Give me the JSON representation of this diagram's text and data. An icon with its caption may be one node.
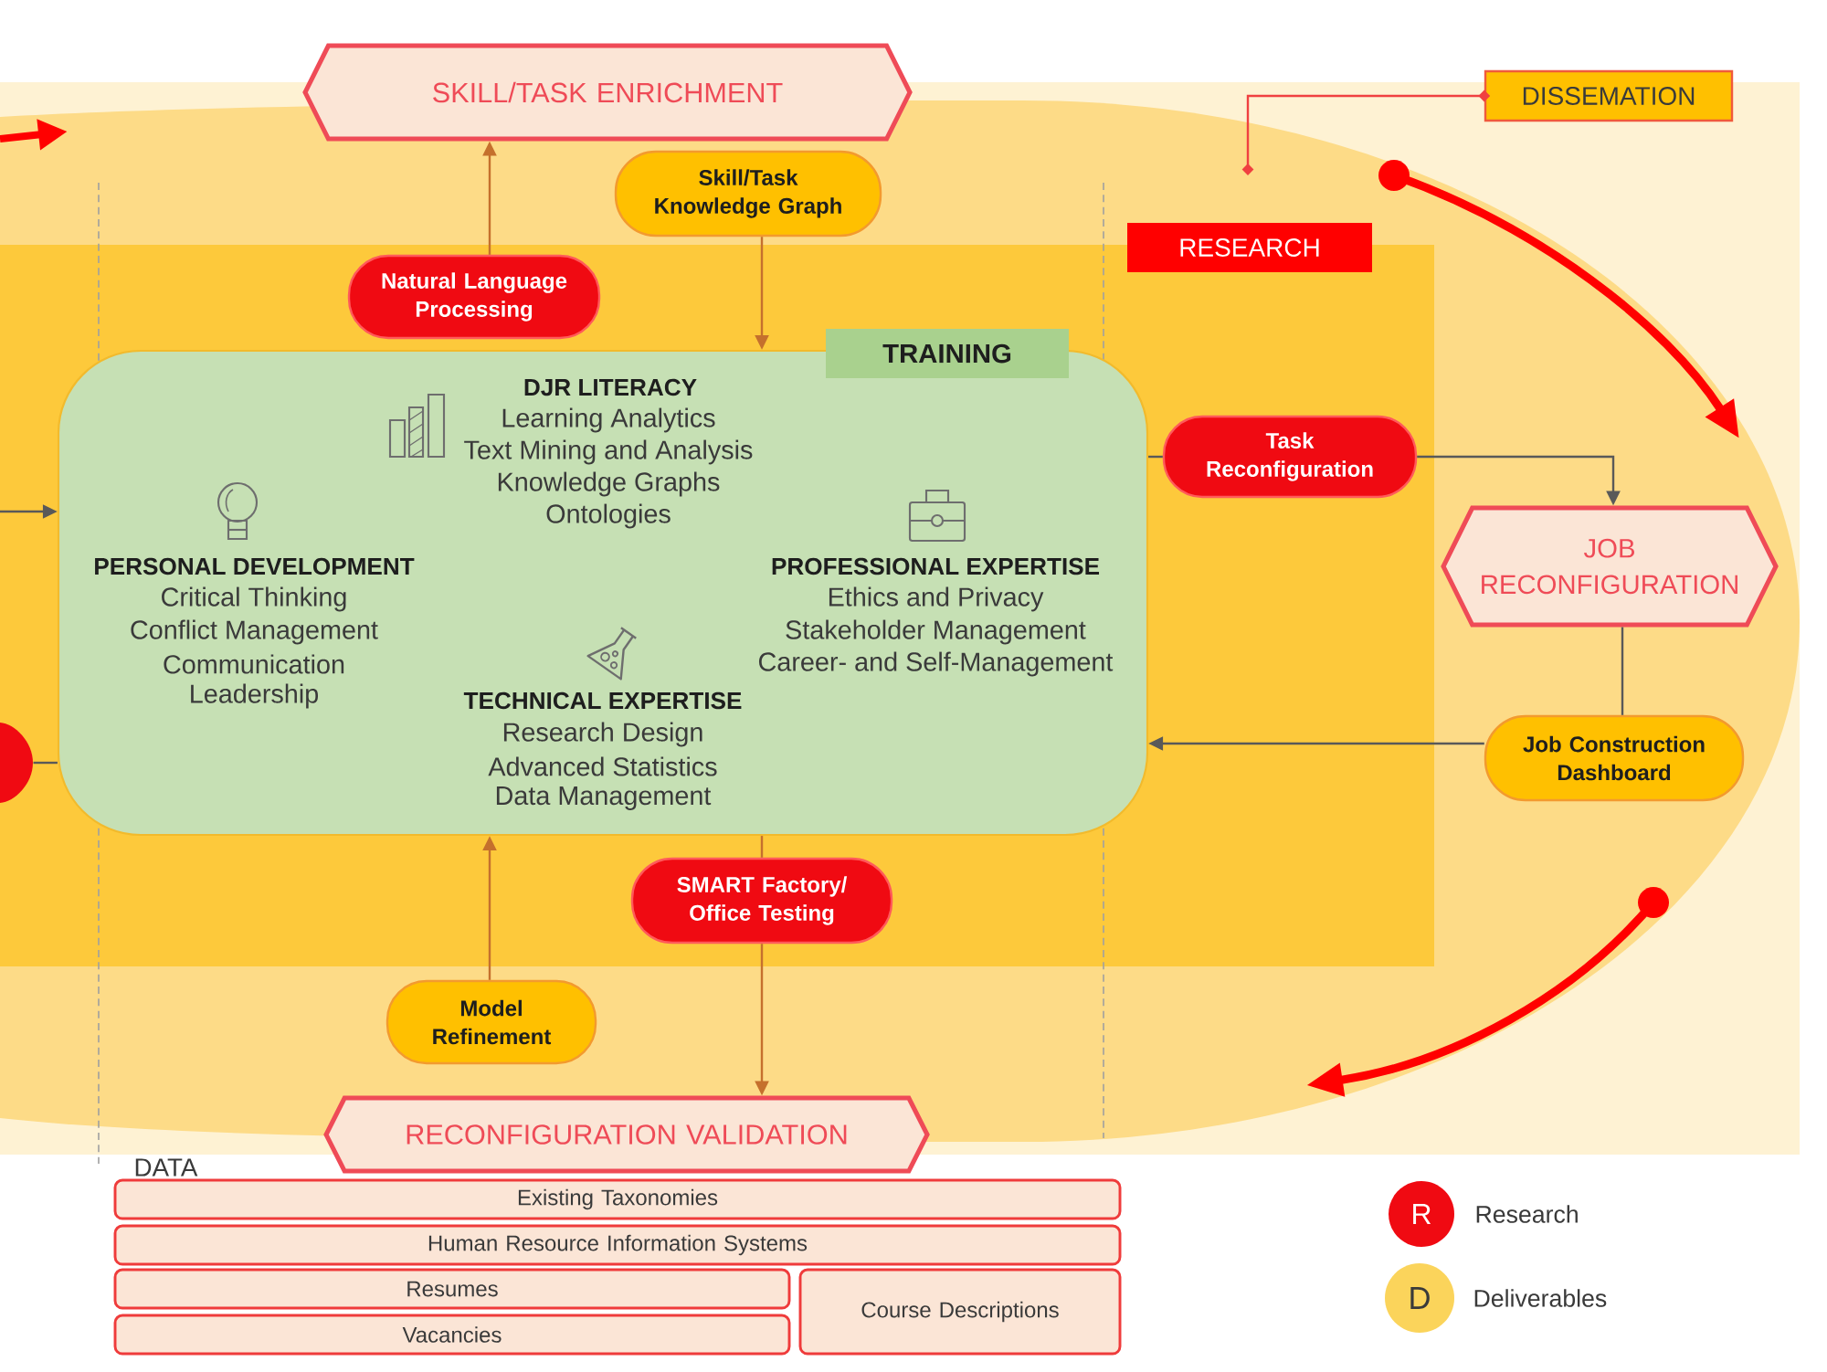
{
  "diagram": {
    "nodes": [
      {
        "text": [
          "SKILL/TASK ENRICHMENT"
        ]
      },
      {
        "text": [
          "DISSEMATION"
        ]
      },
      {
        "text": [],
        "shape": "ellipse"
      },
      {
        "text": [
          "Skill/Task Knowledge Graph"
        ],
        "in": 2
      },
      {
        "text": [
          "RESEARCH"
        ],
        "in": 2
      },
      {
        "text": [
          "Natural Language Processing"
        ],
        "in": 4
      },
      {
        "text": [
          "TRAINING",
          "DJR LITERACY",
          "Learning Analytics",
          "Text Mining and Analysis",
          "Knowledge Graphs",
          "Ontologies",
          "PERSONAL DEVELOPMENT",
          "Critical Thinking",
          "Conflict Management",
          "Communication",
          "Leadership",
          "PROFESSIONAL EXPERTISE",
          "Ethics and Privacy",
          "Stakeholder Management",
          "Career- and Self-Management",
          "TECHNICAL EXPERTISE",
          "Research Design",
          "Advanced Statistics",
          "Data Management"
        ],
        "in": 4
      },
      {
        "text": [
          "Task Reconfiguration"
        ],
        "in": 4
      },
      {
        "text": [
          "JOB RECONFIGURATION"
        ],
        "in": 2
      },
      {
        "text": [],
        "shape": "pill",
        "in": 4
      },
      {
        "text": [
          "Job Construction Dashboard"
        ],
        "in": 2
      },
      {
        "text": [
          "SMART Factory/ Office Testing"
        ],
        "in": 4
      },
      {
        "text": [
          "Model Refinement"
        ],
        "in": 2
      },
      {
        "text": [
          "RECONFIGURATION VALIDATION"
        ]
      },
      {
        "text": [
          "Existing Taxonomies"
        ]
      },
      {
        "text": [
          "Human Resource Information Systems"
        ]
      },
      {
        "text": [
          "Resumes"
        ]
      },
      {
        "text": [
          "Course Descriptions"
        ]
      },
      {
        "text": [
          "Vacancies"
        ]
      }
    ],
    "edges": [
      {
        "from": 5,
        "to": 0,
        "arrow": "to",
        "color": "#c5702d"
      },
      {
        "from": 3,
        "to": 6,
        "arrow": "to",
        "color": "#c5702d"
      },
      {
        "from": 1,
        "to": 2,
        "arrow": "other",
        "color": "#f04040"
      },
      {
        "from": 6,
        "to": 7,
        "arrow": "none"
      },
      {
        "from": 7,
        "to": 8,
        "arrow": "to"
      },
      {
        "from": 8,
        "to": 10,
        "arrow": "none"
      },
      {
        "from": 10,
        "to": 6,
        "arrow": "to"
      },
      {
        "from": null,
        "to": 6,
        "arrow": "to"
      },
      {
        "from": 9,
        "to": 6,
        "arrow": "none"
      },
      {
        "from": 6,
        "to": 11,
        "arrow": "none",
        "color": "#c5702d"
      },
      {
        "from": 11,
        "to": 13,
        "arrow": "to",
        "color": "#c5702d"
      },
      {
        "from": 12,
        "to": 6,
        "arrow": "to",
        "color": "#c5702d"
      }
    ],
    "labels": [
      "DATA",
      "R",
      "D"
    ],
    "legend": [
      {
        "text": "Research",
        "color": "#f00a12"
      },
      {
        "text": "Deliverables",
        "color": "#fbd45b"
      }
    ]
  }
}
